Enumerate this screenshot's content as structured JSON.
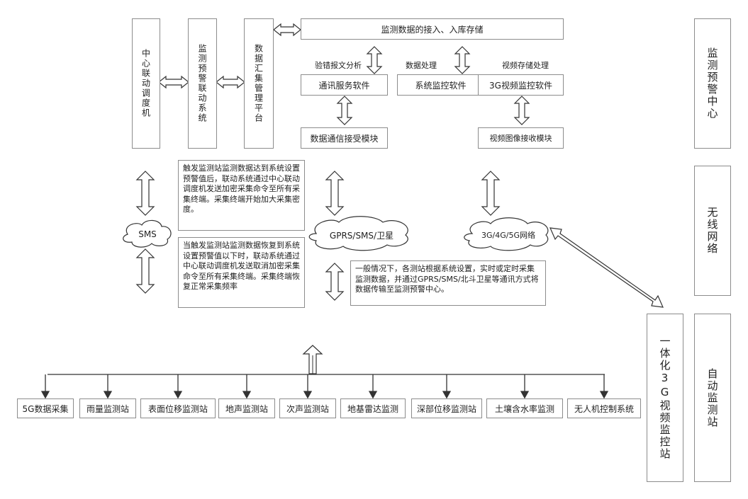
{
  "top": {
    "col1": "中心联动调度机",
    "col2": "监测预警联动系统",
    "col3": "数据汇集管理平台",
    "storage": "监测数据的接入、入库存储",
    "label_parse": "验错报文分析",
    "label_proc": "数据处理",
    "label_video": "视频存储处理",
    "soft_comm": "通讯服务软件",
    "soft_sys": "系统监控软件",
    "soft_3g": "3G视频监控软件",
    "recv_data": "数据通信接受模块",
    "recv_video": "视频图像接收模块"
  },
  "right": {
    "center": "监测预警中心",
    "wireless": "无线网络",
    "auto": "自动监测站"
  },
  "station_3g": "一体化3G视频监控站",
  "networks": {
    "sms": "SMS",
    "gprs": "GPRS/SMS/卫星",
    "net345": "3G/4G/5G网络"
  },
  "notes": {
    "trigger": "触发监测站监测数据达到系统设置预警值后，联动系统通过中心联动调度机发送加密采集命令至所有采集终端。采集终端开始加大采集密度。",
    "restore": "当触发监测站监测数据恢复到系统设置预警值以下时，联动系统通过中心联动调度机发送取消加密采集命令至所有采集终端。采集终端恢复正常采集频率",
    "general": "一般情况下，各测站根据系统设置，实时或定时采集监测数据，并通过GPRS/SMS/北斗卫星等通讯方式将数据传输至监测预警中心。"
  },
  "stations": [
    "5G数据采集",
    "雨量监测站",
    "表面位移监测站",
    "地声监测站",
    "次声监测站",
    "地基雷达监测",
    "深部位移监测站",
    "土壤含水率监测",
    "无人机控制系统"
  ]
}
